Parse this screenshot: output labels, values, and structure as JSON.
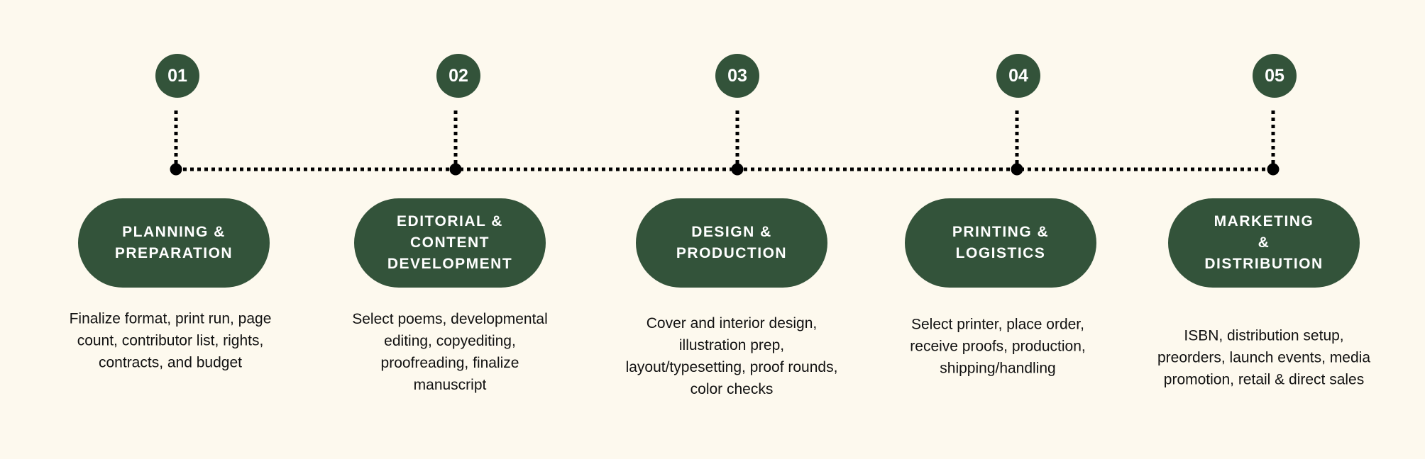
{
  "colors": {
    "background": "#fdf9ee",
    "accent": "#33533a",
    "connector": "#000000"
  },
  "steps": [
    {
      "number": "01",
      "title": "PLANNING &\nPREPARATION",
      "description": "Finalize format, print run, page count, contributor list, rights, contracts, and budget"
    },
    {
      "number": "02",
      "title": "EDITORIAL &\nCONTENT\nDEVELOPMENT",
      "description": "Select poems, developmental editing, copyediting, proofreading, finalize manuscript"
    },
    {
      "number": "03",
      "title": "DESIGN &\nPRODUCTION",
      "description": "Cover and interior design, illustration prep, layout/typesetting, proof rounds, color checks"
    },
    {
      "number": "04",
      "title": "PRINTING &\nLOGISTICS",
      "description": "Select printer, place order, receive proofs, production, shipping/handling"
    },
    {
      "number": "05",
      "title": "MARKETING\n&\nDISTRIBUTION",
      "description": "ISBN, distribution setup, preorders, launch events, media promotion, retail & direct sales"
    }
  ]
}
